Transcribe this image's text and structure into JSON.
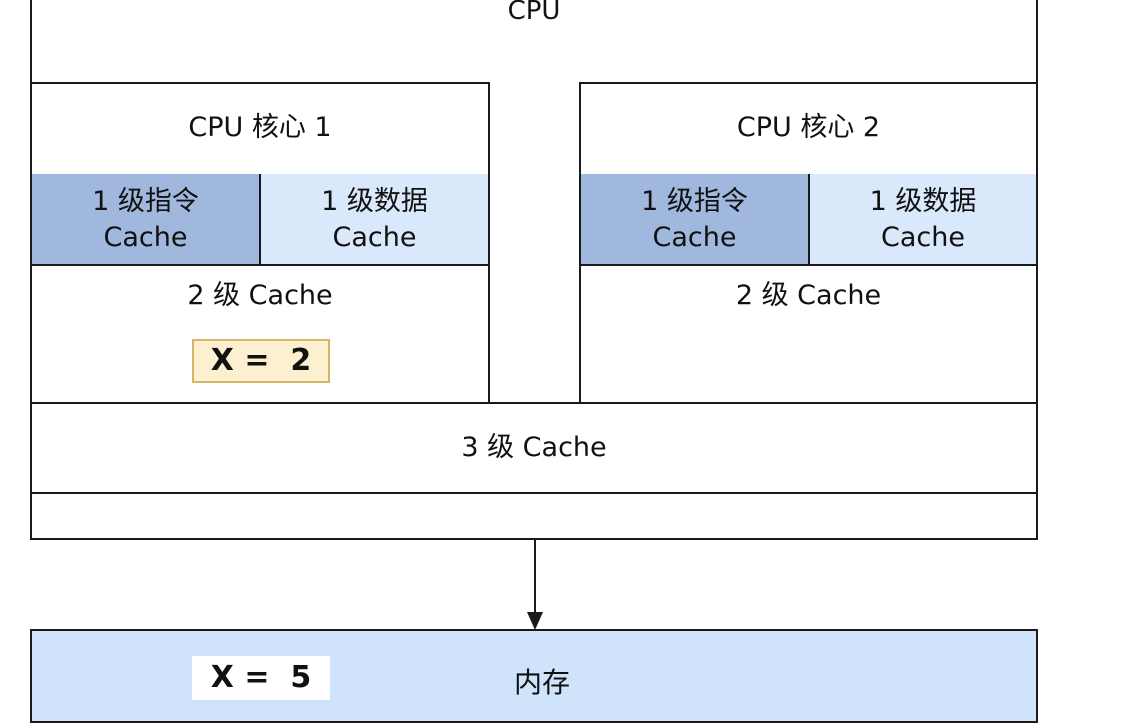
{
  "diagram": {
    "cpu": {
      "title": "CPU"
    },
    "cores": [
      {
        "title": "CPU 核心 1",
        "l1_instruction": {
          "line1": "1 级指令",
          "line2": "Cache"
        },
        "l1_data": {
          "line1": "1 级数据",
          "line2": "Cache"
        },
        "l2": {
          "title": "2 级 Cache",
          "variable": "X =  2"
        }
      },
      {
        "title": "CPU 核心 2",
        "l1_instruction": {
          "line1": "1 级指令",
          "line2": "Cache"
        },
        "l1_data": {
          "line1": "1 级数据",
          "line2": "Cache"
        },
        "l2": {
          "title": "2 级 Cache"
        }
      }
    ],
    "l3": {
      "title": "3 级 Cache"
    },
    "memory": {
      "title": "内存",
      "variable": "X =  5"
    },
    "colors": {
      "l1_instruction_fill": "#a0b8dd",
      "l1_data_fill": "#dae8fb",
      "variable_badge_fill": "#fdf0d0",
      "variable_badge_border": "#d6b665",
      "memory_fill": "#cfe4fb"
    }
  }
}
